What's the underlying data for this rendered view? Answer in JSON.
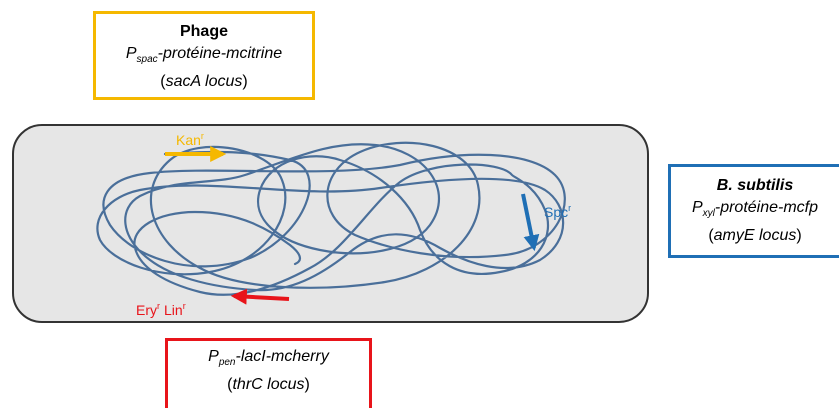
{
  "phage_box": {
    "title": "Phage",
    "promoter": "P",
    "promoter_sub": "spac",
    "construct": "-protéine-mcitrine",
    "locus_open": "(",
    "locus": "sacA locus",
    "locus_close": ")"
  },
  "bsubtilis_box": {
    "title": "B. subtilis",
    "promoter": "P",
    "promoter_sub": "xyl",
    "construct": "-protéine-mcfp",
    "locus_open": "(",
    "locus": "amyE locus",
    "locus_close": ")"
  },
  "pen_box": {
    "promoter": "P",
    "promoter_sub": "pen",
    "construct": "-lacI-mcherry",
    "locus_open": "(",
    "locus": "thrC locus",
    "locus_close": ")"
  },
  "markers": {
    "kan": {
      "label": "Kan",
      "sup": "r",
      "color": "#f5b800"
    },
    "spc": {
      "label": "Spc",
      "sup": "r",
      "color": "#1f6fb5"
    },
    "ery": {
      "label": "Ery",
      "sup": "r",
      "color": "#e8141a"
    },
    "lin": {
      "label": "Lin",
      "sup": "r",
      "color": "#e8141a"
    }
  },
  "colors": {
    "chromosome": "#4a6f9a",
    "cell_fill": "#e6e6e6",
    "cell_border": "#333333"
  }
}
